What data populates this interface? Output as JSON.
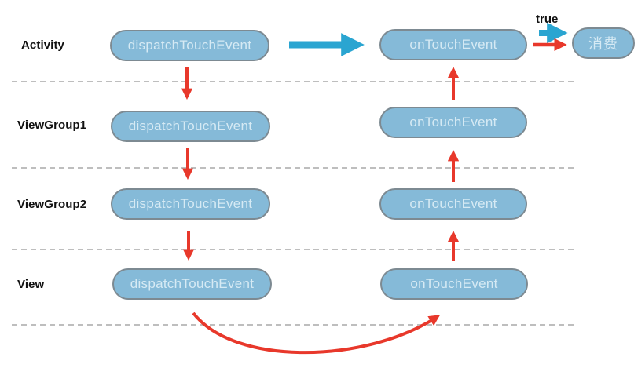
{
  "diagram": {
    "title_hint": "Android touch event dispatch flow",
    "rows": [
      {
        "label": "Activity"
      },
      {
        "label": "ViewGroup1"
      },
      {
        "label": "ViewGroup2"
      },
      {
        "label": "View"
      }
    ],
    "node_labels": {
      "dispatch": "dispatchTouchEvent",
      "on_touch": "onTouchEvent",
      "consume": "消费",
      "result_true": "true"
    }
  },
  "colors": {
    "pill_fill": "#85bad8",
    "pill_border": "#7d8a92",
    "pill_text": "#d6eaf4",
    "arrow_red": "#e8382b",
    "arrow_blue": "#2aa5d1",
    "dash_gray": "#a9a9a9",
    "label_black": "#111111"
  }
}
